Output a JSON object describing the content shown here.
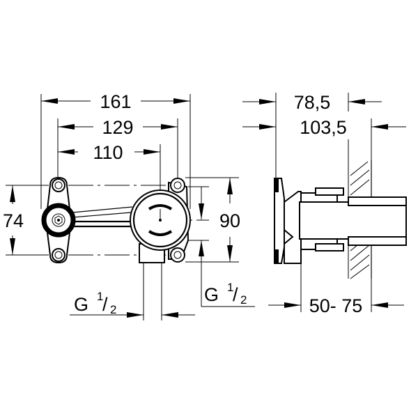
{
  "drawing": {
    "type": "technical-dimension-drawing",
    "views": [
      "front-view",
      "side-view"
    ],
    "colors": {
      "line": "#000000",
      "background": "#ffffff"
    }
  },
  "front_view": {
    "dimensions": {
      "overall_width": "161",
      "outer_bolt_span": "129",
      "center_span": "110",
      "left_height": "74",
      "right_height": "90"
    },
    "threads": {
      "left": {
        "base": "G",
        "num": "1",
        "den": "2"
      },
      "right": {
        "base": "G",
        "num": "1",
        "den": "2"
      }
    }
  },
  "side_view": {
    "dimensions": {
      "depth_min": "78,5",
      "depth_max": "103,5",
      "wall_range": "50- 75"
    }
  }
}
